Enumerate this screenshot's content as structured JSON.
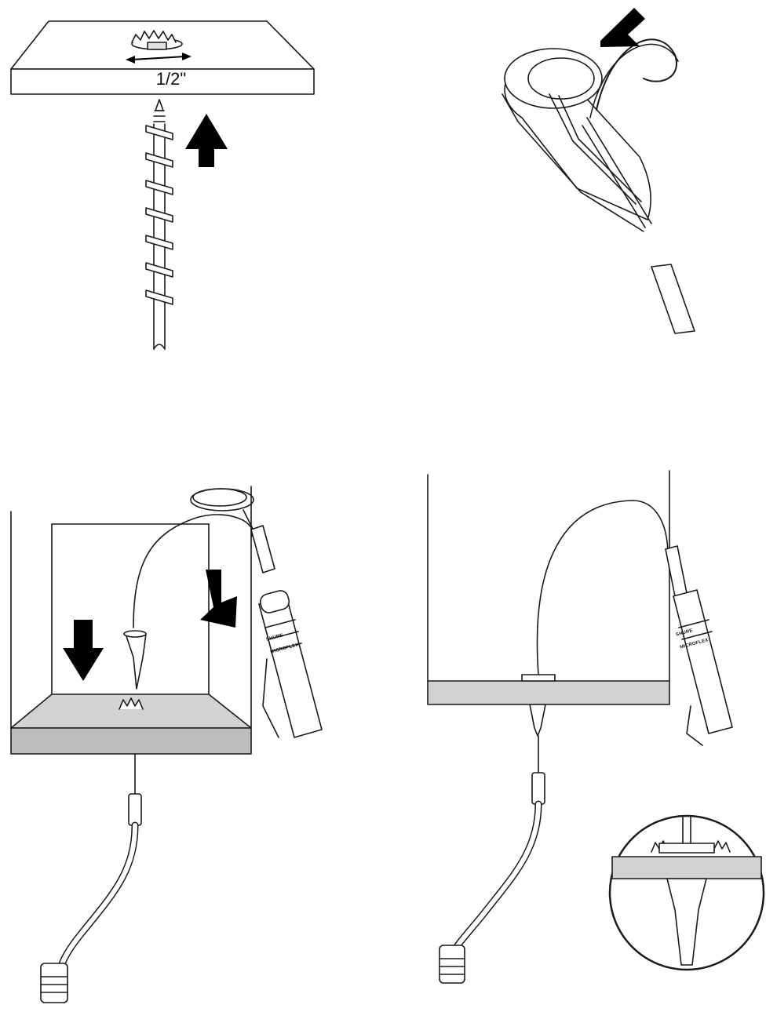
{
  "panel1": {
    "dimension_label": "1/2\""
  },
  "mic_brand_text": "MICROFLEX",
  "mic_logo_text": "SHURE",
  "colors": {
    "line": "#1a1a1a",
    "surface_top": "#d2d2d2",
    "surface_front": "#bdbdbd",
    "arrow": "#000000"
  },
  "icons": [
    "drill-bit-icon",
    "arrow-up-icon",
    "arrow-down-icon",
    "arrow-diagonal-icon",
    "microphone-icon",
    "connector-icon"
  ]
}
